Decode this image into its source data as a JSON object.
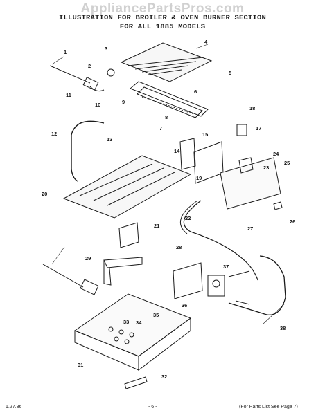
{
  "header": {
    "watermark": "AppliancePartsPros.com",
    "line1": "ILLUSTRATION FOR BROILER & OVEN BURNER SECTION",
    "line2": "FOR ALL 1885 MODELS"
  },
  "callouts": [
    "1",
    "2",
    "3",
    "4",
    "5",
    "6",
    "7",
    "8",
    "9",
    "10",
    "11",
    "12",
    "13",
    "14",
    "15",
    "17",
    "18",
    "19",
    "20",
    "21",
    "22",
    "23",
    "24",
    "25",
    "26",
    "27",
    "28",
    "29",
    "31",
    "32",
    "33",
    "34",
    "35",
    "36",
    "37",
    "38"
  ],
  "footer": {
    "date": "1.27.86",
    "page": "- 6 -",
    "note": "(For Parts List See Page 7)"
  }
}
